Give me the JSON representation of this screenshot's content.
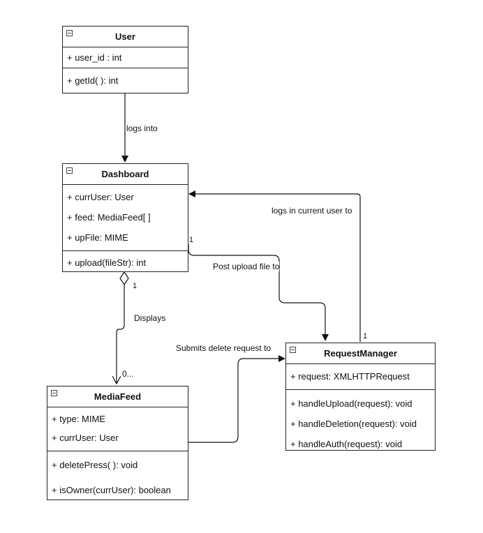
{
  "classes": {
    "user": {
      "name": "User",
      "attributes": [
        "+ user_id : int"
      ],
      "methods": [
        "+ getId( ): int"
      ]
    },
    "dashboard": {
      "name": "Dashboard",
      "attributes": [
        "+ currUser: User",
        "+ feed: MediaFeed[ ]",
        "+ upFile: MIME"
      ],
      "methods": [
        "+ upload(fileStr): int"
      ]
    },
    "mediafeed": {
      "name": "MediaFeed",
      "attributes": [
        "+ type: MIME",
        "+ currUser: User"
      ],
      "methods": [
        "+ deletePress( ): void",
        "+ isOwner(currUser): boolean"
      ]
    },
    "requestmanager": {
      "name": "RequestManager",
      "attributes": [
        "+ request: XMLHTTPRequest"
      ],
      "methods": [
        "+ handleUpload(request): void",
        "+ handleDeletion(request): void",
        "+ handleAuth(request): void"
      ]
    }
  },
  "edges": {
    "logs_into": "logs into",
    "logs_in_current_user": "logs in current user to",
    "post_upload": "Post upload file to",
    "displays": "Displays",
    "submits_delete": "Submits delete request to"
  },
  "multiplicities": {
    "dashboard_upload": "1",
    "dashboard_feed": "1",
    "mediafeed_many": "0...",
    "requestmanager_auth": "1"
  }
}
